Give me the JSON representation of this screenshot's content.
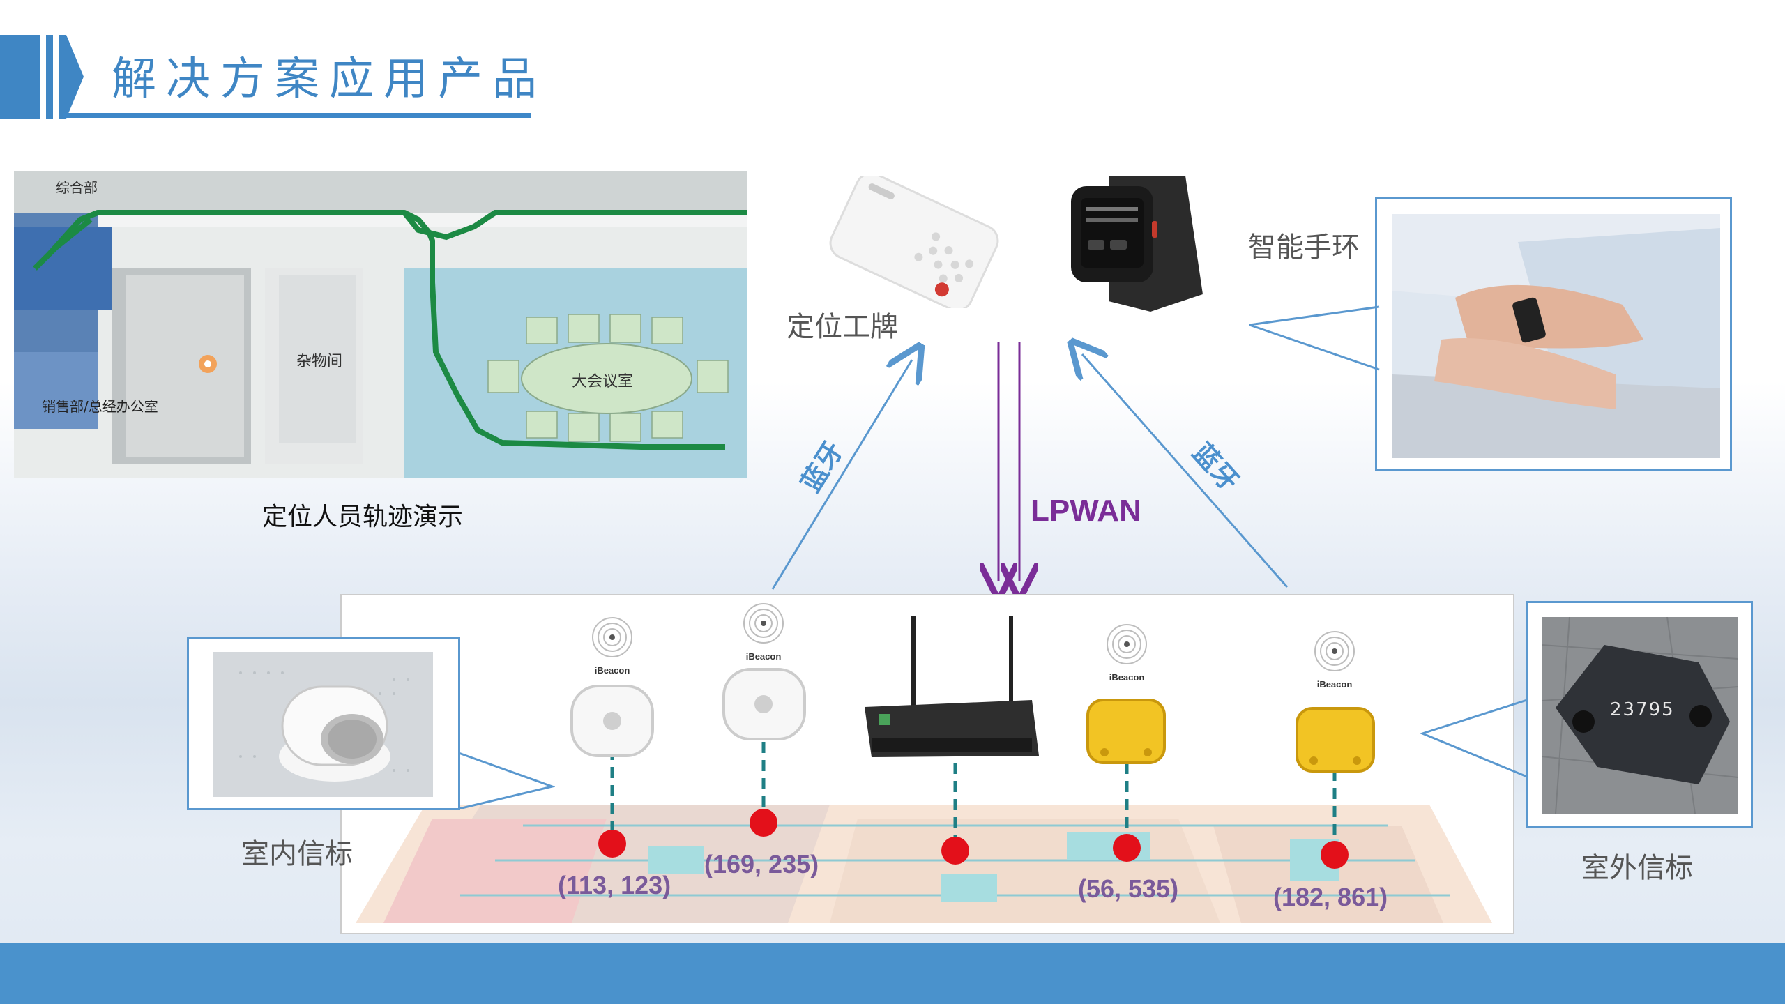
{
  "header": {
    "title": "解决方案应用产品"
  },
  "floorplan": {
    "rooms": [
      "综合部",
      "杂物间",
      "大会议室",
      "销售部/总经办公室"
    ],
    "caption": "定位人员轨迹演示"
  },
  "devices": {
    "badge_label": "定位工牌",
    "band_label": "智能手环",
    "indoor_beacon_label": "室内信标",
    "outdoor_beacon_label": "室外信标"
  },
  "links": {
    "left_bluetooth": "蓝牙",
    "right_bluetooth": "蓝牙",
    "uplink": "LPWAN"
  },
  "beacon_tag": "iBeacon",
  "beacons": [
    {
      "tag": "iBeacon",
      "coord": "(113, 123)"
    },
    {
      "tag": "iBeacon",
      "coord": "(169, 235)"
    },
    {
      "tag": "",
      "coord": ""
    },
    {
      "tag": "iBeacon",
      "coord": "(56, 535)"
    },
    {
      "tag": "iBeacon",
      "coord": "(182, 861)"
    }
  ],
  "outdoor_beacon_serial": "23795",
  "colors": {
    "accent": "#3f86c4",
    "bottom_bar": "#4a92cc",
    "track_green": "#1c8a44",
    "link_purple": "#7a2d97",
    "marker_red": "#e3101a"
  }
}
